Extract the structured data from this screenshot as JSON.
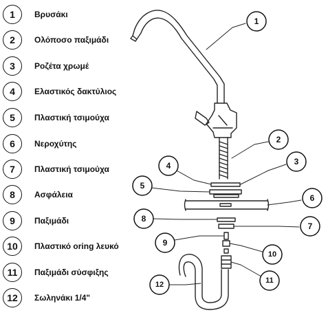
{
  "legend": [
    {
      "num": "1",
      "label": "Βρυσάκι"
    },
    {
      "num": "2",
      "label": "Ολόποσο παξιμάδι"
    },
    {
      "num": "3",
      "label": "Ροζέτα χρωμέ"
    },
    {
      "num": "4",
      "label": "Ελαστικός δακτύλιος"
    },
    {
      "num": "5",
      "label": "Πλαστική τσιμούχα"
    },
    {
      "num": "6",
      "label": "Νεροχύτης"
    },
    {
      "num": "7",
      "label": "Πλαστική τσιμούχα"
    },
    {
      "num": "8",
      "label": "Ασφάλεια"
    },
    {
      "num": "9",
      "label": "Παξιμάδι"
    },
    {
      "num": "10",
      "label": "Πλαστικό oring λευκό"
    },
    {
      "num": "11",
      "label": "Παξιμάδι σύσφιξης"
    },
    {
      "num": "12",
      "label": "Σωληνάκι 1/4\""
    }
  ],
  "callouts": [
    "1",
    "2",
    "3",
    "4",
    "5",
    "6",
    "7",
    "8",
    "9",
    "10",
    "11",
    "12"
  ]
}
